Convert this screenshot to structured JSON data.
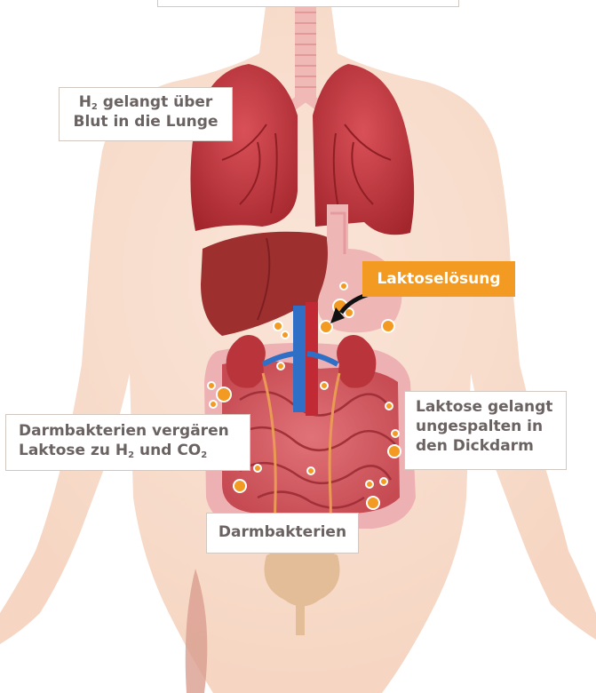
{
  "labels": {
    "lung": {
      "pre": "H",
      "sub": "2",
      "post": " gelangt über",
      "line2": "Blut in die Lunge"
    },
    "lactose_solution": "Laktoselösung",
    "fermentation": {
      "line1": "Darmbakterien vergären",
      "line2_pre": "Laktose zu H",
      "sub1": "2",
      "mid": " und CO",
      "sub2": "2"
    },
    "colon": {
      "line1": "Laktose gelangt",
      "line2": "ungespalten in",
      "line3": "den Dickdarm"
    },
    "bacteria": "Darmbakterien"
  },
  "colors": {
    "accent": "#f29a22",
    "organ_red": "#b9353b",
    "body_skin": "#f6d2bd",
    "label_text": "#6b6262",
    "label_border": "#d2c8c2"
  }
}
